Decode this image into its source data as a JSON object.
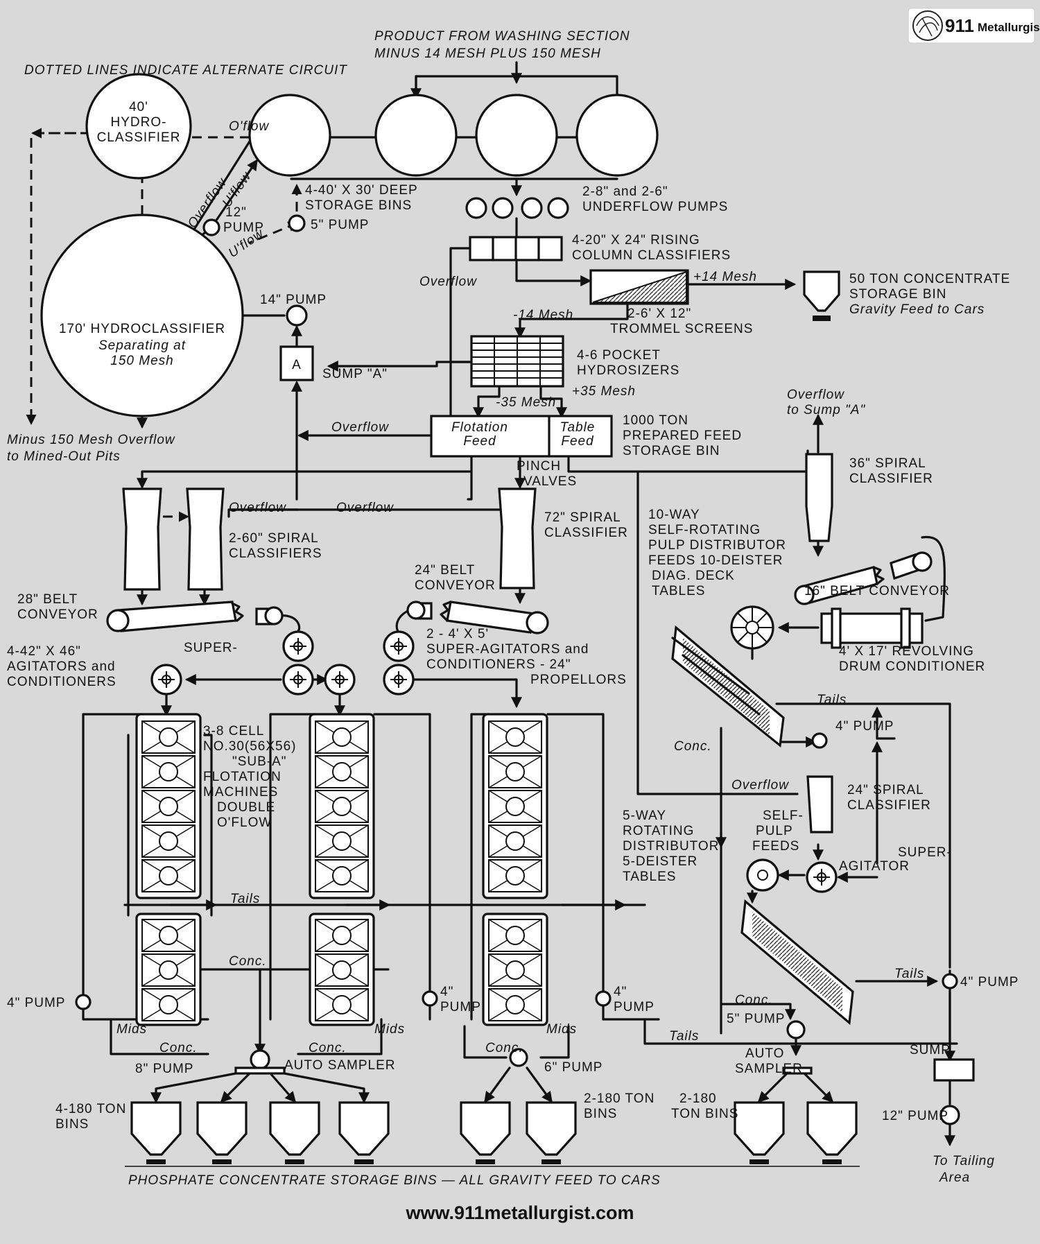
{
  "logo": {
    "number": "911",
    "name": "Metallurgist"
  },
  "footer_url": "www.911metallurgist.com",
  "footer_caption": "PHOSPHATE   CONCENTRATE   STORAGE   BINS — ALL   GRAVITY  FEED  TO  CARS",
  "notes": {
    "product_l1": "PRODUCT  FROM  WASHING  SECTION",
    "product_l2": "MINUS  14  MESH  PLUS  150  MESH",
    "dotted": "DOTTED  LINES  INDICATE  ALTERNATE  CIRCUIT",
    "minus150_l1": "Minus  150  Mesh  Overflow",
    "minus150_l2": "to  Mined-Out  Pits",
    "tailing_l1": "To  Tailing",
    "tailing_l2": "Area",
    "overflow_sump_l1": "Overflow",
    "overflow_sump_l2": "to  Sump  \"A\""
  },
  "equipment": {
    "hydro40_l1": "40'",
    "hydro40_l2": "HYDRO-",
    "hydro40_l3": "CLASSIFIER",
    "hydro170_l1": "170' HYDROCLASSIFIER",
    "hydro170_l2": "Separating  at",
    "hydro170_l3": "150  Mesh",
    "storage_bins_l1": "4-40' X 30' DEEP",
    "storage_bins_l2": "STORAGE  BINS",
    "underflow_pumps_l1": "2-8\" and  2-6\"",
    "underflow_pumps_l2": "UNDERFLOW  PUMPS",
    "rising_l1": "4-20\" X 24\"  RISING",
    "rising_l2": "COLUMN  CLASSIFIERS",
    "conc_bin_l1": "50  TON  CONCENTRATE",
    "conc_bin_l2": "STORAGE  BIN",
    "conc_bin_l3": "Gravity  Feed  to  Cars",
    "trommel_l1": "2-6' X 12\"",
    "trommel_l2": "TROMMEL  SCREENS",
    "hydrosizers_l1": "4-6  POCKET",
    "hydrosizers_l2": "HYDROSIZERS",
    "sump_a": "SUMP  \"A\"",
    "sump_a_box": "A",
    "flotation_feed_l1": "Flotation",
    "flotation_feed_l2": "Feed",
    "table_feed_l1": "Table",
    "table_feed_l2": "Feed",
    "prepared_l1": "1000  TON",
    "prepared_l2": "PREPARED  FEED",
    "prepared_l3": "STORAGE  BIN",
    "pinch_l1": "PINCH",
    "pinch_l2": "VALVES",
    "spiral36_l1": "36\"  SPIRAL",
    "spiral36_l2": "CLASSIFIER",
    "spiral60_l1": "2-60\"  SPIRAL",
    "spiral60_l2": "CLASSIFIERS",
    "spiral72_l1": "72\"  SPIRAL",
    "spiral72_l2": "CLASSIFIER",
    "distributor10_l1": "10-WAY",
    "distributor10_l2": "SELF-ROTATING",
    "distributor10_l3": "PULP  DISTRIBUTOR",
    "distributor10_l4": "FEEDS  10-DEISTER",
    "distributor10_l5": "DIAG.  DECK",
    "distributor10_l6": "TABLES",
    "belt16": "16\"  BELT  CONVEYOR",
    "drum_l1": "4' X 17'  REVOLVING",
    "drum_l2": "DRUM  CONDITIONER",
    "belt24_l1": "24\"  BELT",
    "belt24_l2": "CONVEYOR",
    "belt28_l1": "28\"  BELT",
    "belt28_l2": "CONVEYOR",
    "super_word": "SUPER-",
    "agit42_l1": "4-42\" X 46\"",
    "agit42_l2": "AGITATORS  and",
    "agit42_l3": "CONDITIONERS",
    "agit4_l1": "2 - 4' X 5'",
    "agit4_l2": "SUPER-AGITATORS  and",
    "agit4_l3": "CONDITIONERS - 24\"",
    "agit4_l4": "PROPELLORS",
    "flot_l1": "3-8  CELL",
    "flot_l2": "NO.30(56X56)",
    "flot_l3": "\"SUB-A\"",
    "flot_l4": "FLOTATION",
    "flot_l5": "MACHINES",
    "flot_l6": "DOUBLE",
    "flot_l7": "O'FLOW",
    "spiral24_l1": "24\"  SPIRAL",
    "spiral24_l2": "CLASSIFIER",
    "selfpulp_l1": "SELF-",
    "selfpulp_l2": "PULP",
    "selfpulp_l3": "FEEDS",
    "dist5_l1": "5-WAY",
    "dist5_l2": "ROTATING",
    "dist5_l3": "DISTRIBUTOR",
    "dist5_l4": "5-DEISTER",
    "dist5_l5": "TABLES",
    "superagit_l1": "SUPER-",
    "superagit_l2": "AGITATOR",
    "bins4_l1": "4-180  TON",
    "bins4_l2": "BINS",
    "bins2a_l1": "2-180  TON",
    "bins2a_l2": "BINS",
    "bins2b_l1": "2-180",
    "bins2b_l2": "TON  BINS",
    "auto_sampler": "AUTO  SAMPLER",
    "auto_sampler2_l1": "AUTO",
    "auto_sampler2_l2": "SAMPLER",
    "sump": "SUMP"
  },
  "pumps": {
    "p12": "12\"",
    "p12b": "PUMP",
    "p5": "5\"  PUMP",
    "p14": "14\"  PUMP",
    "p4_left": "4\"  PUMP",
    "p4_mid_l1": "4\"",
    "p4_mid_l2": "PUMP",
    "p4_right_l1": "4\"",
    "p4_right_l2": "PUMP",
    "p8": "8\"  PUMP",
    "p6": "6\"  PUMP",
    "p4_tables": "4\"  PUMP",
    "p4_tails": "4\"  PUMP",
    "p5_tables": "5\"  PUMP",
    "p12_tail": "12\"  PUMP"
  },
  "flows": {
    "oflow": "O'flow",
    "overflow_diag": "Overflow",
    "uflow1": "U'flow",
    "uflow2": "U'flow",
    "overflow_rising": "Overflow",
    "plus14": "+14  Mesh",
    "minus14": "-14  Mesh",
    "minus35": "-35  Mesh",
    "plus35": "+35  Mesh",
    "overflow_feed": "Overflow",
    "overflow_60a": "Overflow",
    "overflow_60b": "Overflow",
    "tails_flot": "Tails",
    "conc_flot": "Conc.",
    "mids_1": "Mids",
    "mids_2": "Mids",
    "mids_3": "Mids",
    "conc_1": "Conc.",
    "conc_2": "Conc.",
    "conc_3": "Conc.",
    "tails_tables1": "Tails",
    "conc_tables1": "Conc.",
    "overflow_spiral24": "Overflow",
    "tails_tables2": "Tails",
    "conc_tables2": "Conc.",
    "tails_bottom": "Tails"
  }
}
